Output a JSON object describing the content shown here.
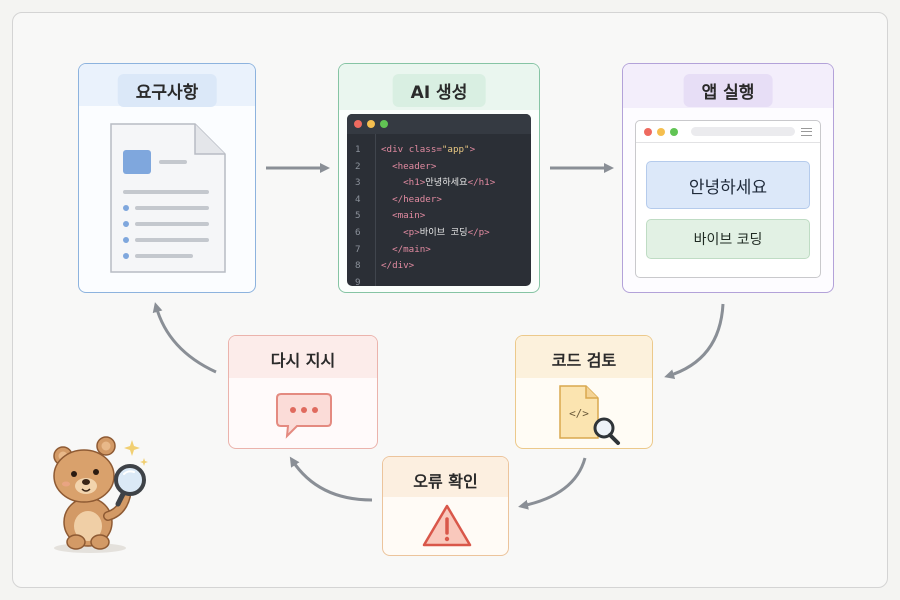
{
  "steps": {
    "requirements": "요구사항",
    "ai_generate": "AI 생성",
    "app_run": "앱 실행",
    "code_review": "코드 검토",
    "error_check": "오류 확인",
    "re_instruct": "다시 지시"
  },
  "editor": {
    "lines": [
      {
        "n": "1",
        "code": "<div class=\"app\">"
      },
      {
        "n": "2",
        "code": "  <header>"
      },
      {
        "n": "3",
        "code": "    <h1>안녕하세요</h1>"
      },
      {
        "n": "4",
        "code": "  </header>"
      },
      {
        "n": "5",
        "code": "  <main>"
      },
      {
        "n": "6",
        "code": "    <p>바이브 코딩</p>"
      },
      {
        "n": "7",
        "code": "  </main>"
      },
      {
        "n": "8",
        "code": "</div>"
      },
      {
        "n": "9",
        "code": ""
      }
    ]
  },
  "app_preview": {
    "heading": "안녕하세요",
    "text": "바이브 코딩"
  },
  "colors": {
    "dot_red": "#ee6a5f",
    "dot_yellow": "#f5bf4f",
    "dot_green": "#61c454",
    "arrow": "#8a8f96"
  }
}
